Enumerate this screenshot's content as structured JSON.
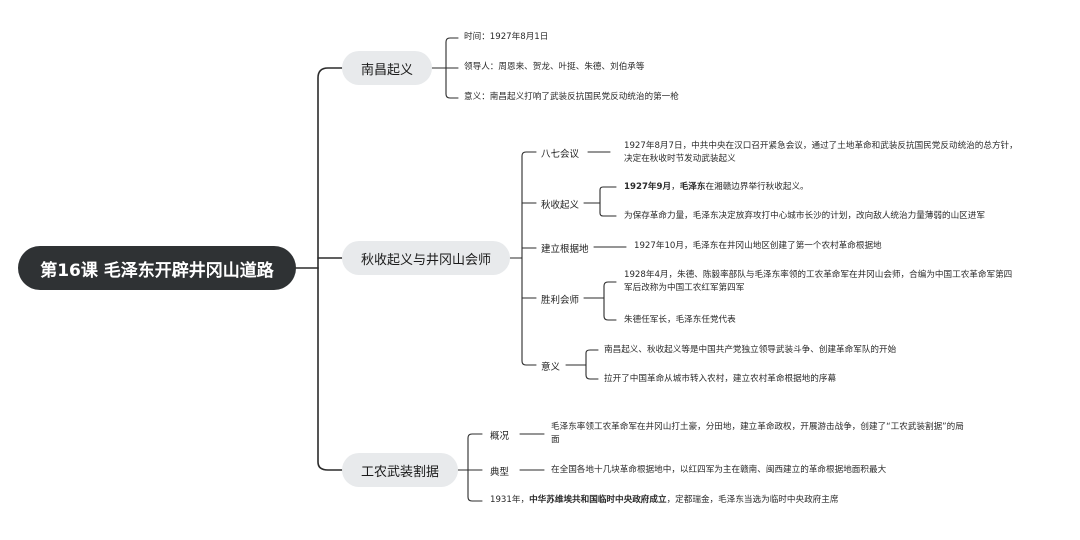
{
  "root": "第16课 毛泽东开辟井冈山道路",
  "branches": [
    {
      "title": "南昌起义",
      "items": [
        {
          "text": "时间：1927年8月1日"
        },
        {
          "text": "领导人：周恩来、贺龙、叶挺、朱德、刘伯承等"
        },
        {
          "text": "意义：南昌起义打响了武装反抗国民党反动统治的第一枪"
        }
      ]
    },
    {
      "title": "秋收起义与井冈山会师",
      "subs": [
        {
          "label": "八七会议",
          "items": [
            {
              "text": "1927年8月7日，中共中央在汉口召开紧急会议，通过了土地革命和武装反抗国民党反动统治的总方针，决定在秋收时节发动武装起义"
            }
          ]
        },
        {
          "label": "秋收起义",
          "items": [
            {
              "bold1": "1927年9月",
              "mid": "，",
              "bold2": "毛泽东",
              "rest": "在湘赣边界举行秋收起义。"
            },
            {
              "text": "为保存革命力量，毛泽东决定放弃攻打中心城市长沙的计划，改向敌人统治力量薄弱的山区进军"
            }
          ]
        },
        {
          "label": "建立根据地",
          "items": [
            {
              "text": "1927年10月，毛泽东在井冈山地区创建了第一个农村革命根据地"
            }
          ]
        },
        {
          "label": "胜利会师",
          "items": [
            {
              "text": "1928年4月，朱德、陈毅率部队与毛泽东率领的工农革命军在井冈山会师，合编为中国工农革命军第四军后改称为中国工农红军第四军"
            },
            {
              "text": "朱德任军长，毛泽东任党代表"
            }
          ]
        },
        {
          "label": "意义",
          "items": [
            {
              "text": "南昌起义、秋收起义等是中国共产党独立领导武装斗争、创建革命军队的开始"
            },
            {
              "text": "拉开了中国革命从城市转入农村，建立农村革命根据地的序幕"
            }
          ]
        }
      ]
    },
    {
      "title": "工农武装割据",
      "subs": [
        {
          "label": "概况",
          "items": [
            {
              "text": "毛泽东率领工农革命军在井冈山打土豪，分田地，建立革命政权，开展游击战争，创建了“工农武装割据”的局面"
            }
          ]
        },
        {
          "label": "典型",
          "items": [
            {
              "text": "在全国各地十几块革命根据地中，以红四军为主在赣南、闽西建立的革命根据地面积最大"
            }
          ]
        }
      ],
      "extra": {
        "pre": "1931年，",
        "bold": "中华苏维埃共和国临时中央政府成立",
        "rest": "，定都瑞金，毛泽东当选为临时中央政府主席"
      }
    }
  ]
}
